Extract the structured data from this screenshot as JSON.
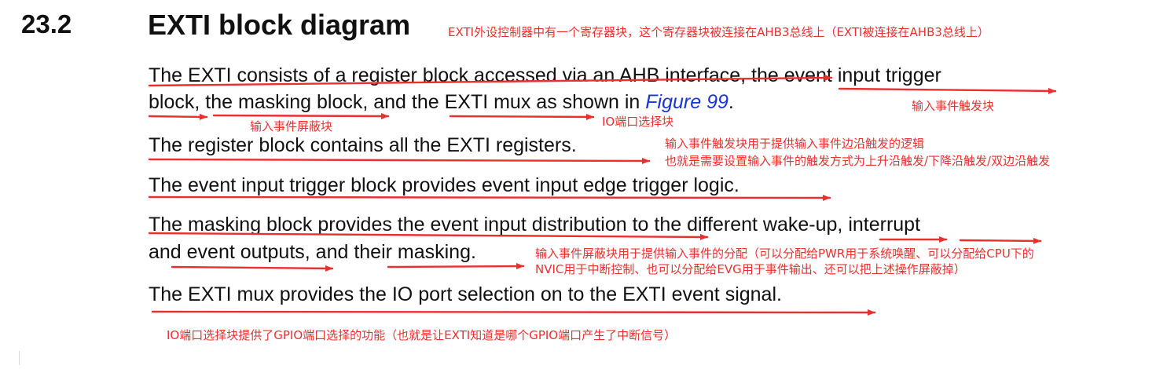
{
  "section": {
    "number": "23.2",
    "title": "EXTI block diagram"
  },
  "paragraphs": {
    "p1_line1": "The EXTI consists of a register block accessed via an AHB interface, the event input trigger",
    "p1_line2_before_link": "block, the masking block, and the EXTI mux as shown in ",
    "p1_line2_link": "Figure 99",
    "p1_line2_after_link": ".",
    "p2": "The register block contains all the EXTI registers.",
    "p3": "The event input trigger block provides event input edge trigger logic.",
    "p4_line1": "The masking block provides the event input distribution to the different wake-up, interrupt",
    "p4_line2": "and event outputs, and their masking.",
    "p5": "The EXTI mux provides the IO port selection on to the EXTI event signal."
  },
  "annotations": {
    "title_note": "EXTI外设控制器中有一个寄存器块，这个寄存器块被连接在AHB3总线上（EXTI被连接在AHB3总线上）",
    "trigger_block_label": "输入事件触发块",
    "masking_block_label": "输入事件屏蔽块",
    "io_mux_label": "IO端口选择块",
    "trigger_note_line1": "输入事件触发块用于提供输入事件边沿触发的逻辑",
    "trigger_note_line2": "也就是需要设置输入事件的触发方式为上升沿触发/下降沿触发/双边沿触发",
    "masking_note_line1": "输入事件屏蔽块用于提供输入事件的分配（可以分配给PWR用于系统唤醒、可以分配给CPU下的",
    "masking_note_line2": "NVIC用于中断控制、也可以分配给EVG用于事件输出、还可以把上述操作屏蔽掉）",
    "mux_note": "IO端口选择块提供了GPIO端口选择的功能（也就是让EXTI知道是哪个GPIO端口产生了中断信号）"
  },
  "colors": {
    "annotation_red": "#e8302f",
    "link_blue": "#1a35d6",
    "text": "#111111"
  }
}
